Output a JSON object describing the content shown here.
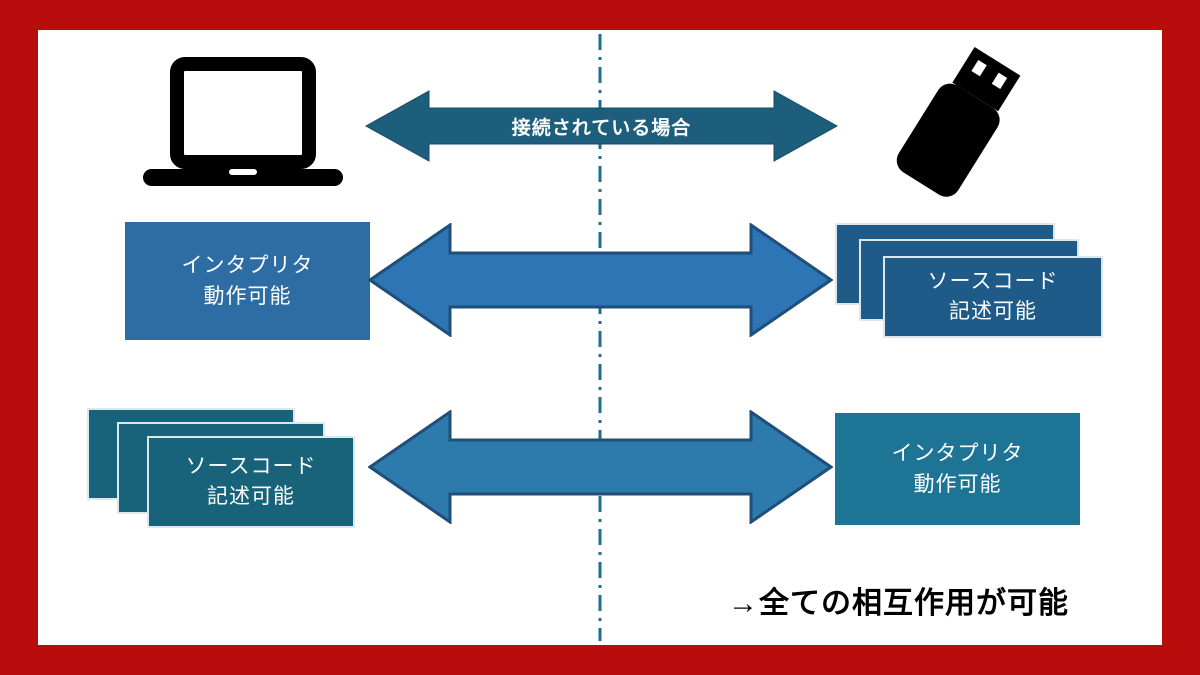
{
  "slide": {
    "border_color": "#B90D0D",
    "background_color": "#FFFFFF"
  },
  "divider": {
    "color": "#1F6E8E"
  },
  "icons": {
    "left": "laptop",
    "right": "usb-flash-drive"
  },
  "top_arrow": {
    "label": "接続されている場合",
    "fill": "#1D5E7C"
  },
  "middle_row": {
    "left_box": {
      "line1": "インタプリタ",
      "line2": "動作可能",
      "fill": "#2E6DA4"
    },
    "arrow": {
      "fill": "#2E75B6"
    },
    "right_stack": {
      "line1": "ソースコード",
      "line2": "記述可能",
      "fill": "#1F5B88"
    }
  },
  "bottom_row": {
    "left_stack": {
      "line1": "ソースコード",
      "line2": "記述可能",
      "fill": "#186379"
    },
    "arrow": {
      "fill": "#2C7BAC"
    },
    "right_box": {
      "line1": "インタプリタ",
      "line2": "動作可能",
      "fill": "#1E7495"
    }
  },
  "footer": {
    "note": "→全ての相互作用が可能"
  }
}
